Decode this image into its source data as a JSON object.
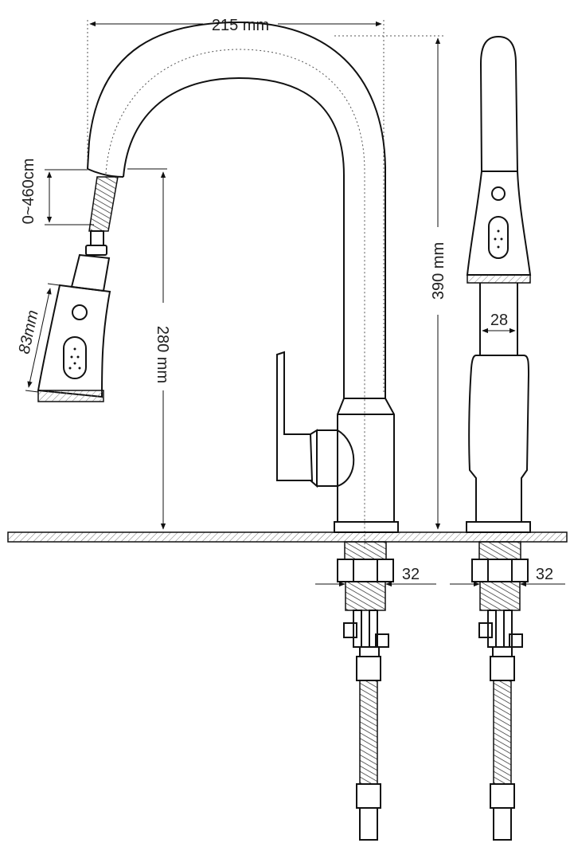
{
  "dimensions": {
    "width_label": "215 mm",
    "hose_label": "0~460cm",
    "sprayer_label": "83mm",
    "spout_height_label": "280 mm",
    "total_height_label": "390 mm",
    "body_width_label": "28",
    "shank_left_label": "32",
    "shank_right_label": "32"
  }
}
